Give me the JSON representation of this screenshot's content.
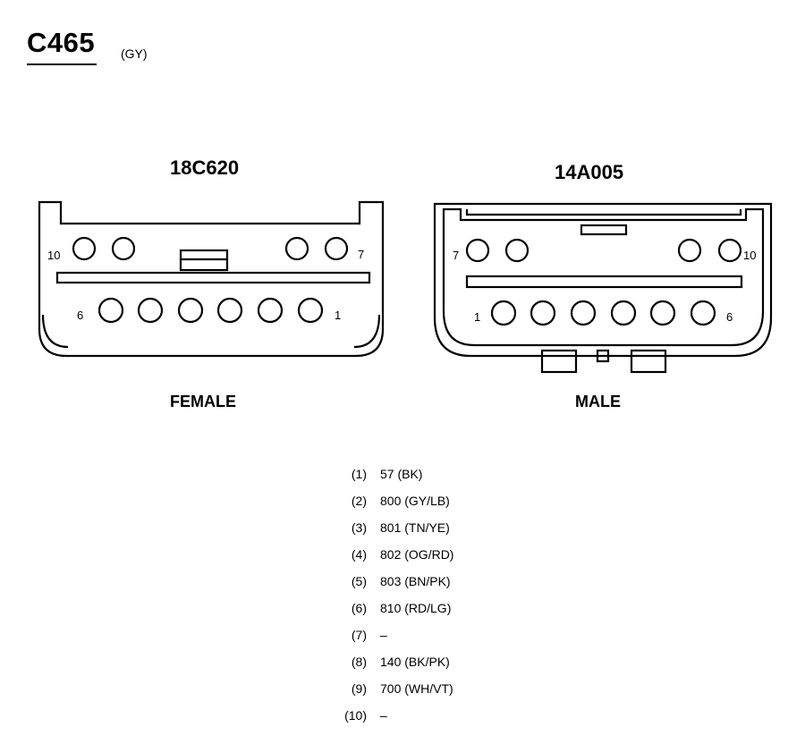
{
  "header": {
    "connector_id": "C465",
    "color_code": "(GY)"
  },
  "female": {
    "part_number": "18C620",
    "gender_label": "FEMALE",
    "pin_labels": {
      "top_left": "10",
      "top_right": "7",
      "bottom_left": "6",
      "bottom_right": "1"
    }
  },
  "male": {
    "part_number": "14A005",
    "gender_label": "MALE",
    "pin_labels": {
      "top_left": "7",
      "top_right": "10",
      "bottom_left": "1",
      "bottom_right": "6"
    }
  },
  "pinout": [
    {
      "pin": "(1)",
      "wire": "57 (BK)"
    },
    {
      "pin": "(2)",
      "wire": "800 (GY/LB)"
    },
    {
      "pin": "(3)",
      "wire": "801 (TN/YE)"
    },
    {
      "pin": "(4)",
      "wire": "802 (OG/RD)"
    },
    {
      "pin": "(5)",
      "wire": "803 (BN/PK)"
    },
    {
      "pin": "(6)",
      "wire": "810 (RD/LG)"
    },
    {
      "pin": "(7)",
      "wire": "–"
    },
    {
      "pin": "(8)",
      "wire": "140 (BK/PK)"
    },
    {
      "pin": "(9)",
      "wire": "700 (WH/VT)"
    },
    {
      "pin": "(10)",
      "wire": "–"
    }
  ]
}
